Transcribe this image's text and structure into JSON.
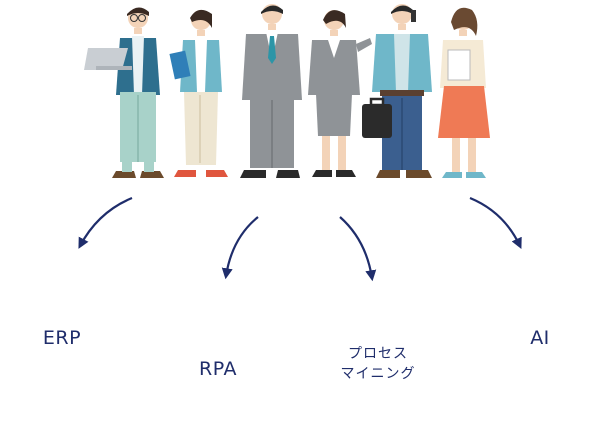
{
  "colors": {
    "arrow": "#1f2d6b",
    "label": "#1f2d6b",
    "background": "#ffffff"
  },
  "people": [
    {
      "name": "man-with-laptop-figure"
    },
    {
      "name": "woman-with-binder-figure"
    },
    {
      "name": "man-in-suit-figure"
    },
    {
      "name": "woman-in-gray-suit-figure"
    },
    {
      "name": "man-with-phone-and-briefcase-figure"
    },
    {
      "name": "woman-with-clipboard-figure"
    }
  ],
  "targets": [
    {
      "id": "erp",
      "lines": [
        "ERP"
      ]
    },
    {
      "id": "rpa",
      "lines": [
        "RPA"
      ]
    },
    {
      "id": "process-mining",
      "lines": [
        "プロセス",
        "マイニング"
      ]
    },
    {
      "id": "ai",
      "lines": [
        "AI"
      ]
    }
  ]
}
